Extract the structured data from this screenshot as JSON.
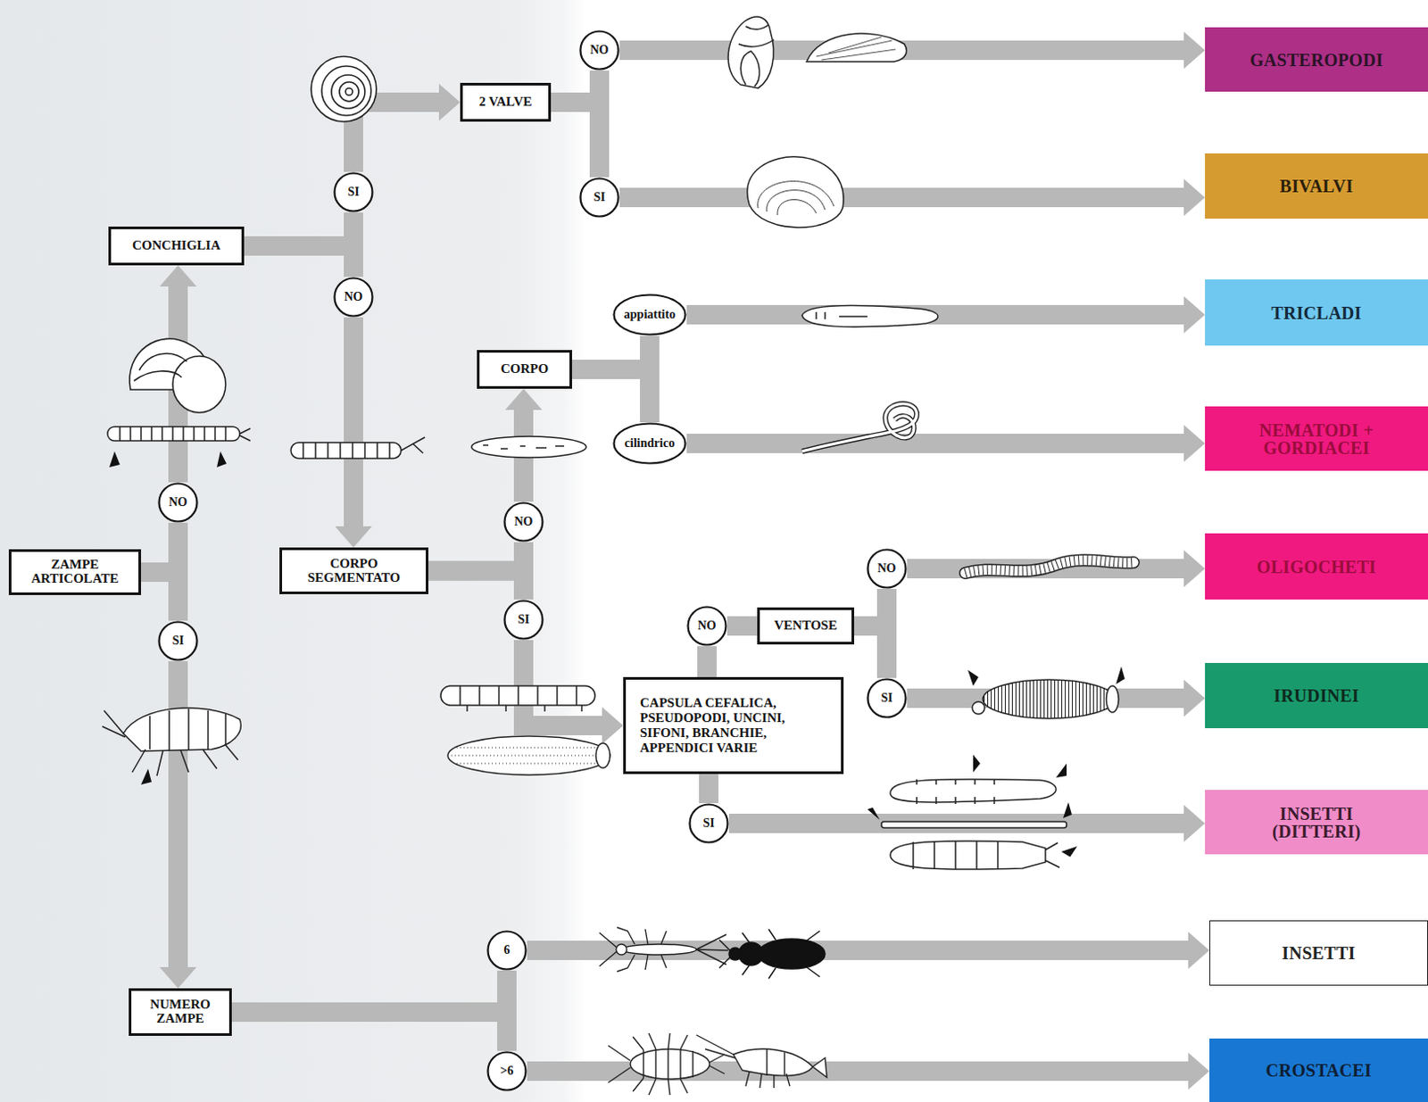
{
  "diagram": {
    "nodes": [
      {
        "text": [
          "NO"
        ]
      },
      {
        "text": [
          "GASTEROPODI"
        ]
      },
      {
        "text": [
          "2 VALVE"
        ]
      },
      {
        "text": [
          "SI"
        ]
      },
      {
        "text": [
          "SI"
        ]
      },
      {
        "text": [
          "BIVALVI"
        ]
      },
      {
        "text": [
          "CONCHIGLIA"
        ]
      },
      {
        "text": [
          "NO"
        ]
      },
      {
        "text": [
          "appiattito"
        ]
      },
      {
        "text": [
          "TRICLADI"
        ]
      },
      {
        "text": [
          "CORPO"
        ]
      },
      {
        "text": [
          "cilindrico"
        ]
      },
      {
        "text": [
          "NEMATODI + GORDIACEI"
        ]
      },
      {
        "text": [
          "NO"
        ]
      },
      {
        "text": [
          "NO"
        ]
      },
      {
        "text": [
          "ZAMPE ARTICOLATE"
        ]
      },
      {
        "text": [
          "CORPO SEGMENTATO"
        ]
      },
      {
        "text": [
          "NO"
        ]
      },
      {
        "text": [
          "OLIGOCHETI"
        ]
      },
      {
        "text": [
          "SI"
        ]
      },
      {
        "text": [
          "NO"
        ]
      },
      {
        "text": [
          "VENTOSE"
        ]
      },
      {
        "text": [
          "SI"
        ]
      },
      {
        "text": [
          "SI"
        ]
      },
      {
        "text": [
          "IRUDINEI"
        ]
      },
      {
        "text": [
          "CAPSULA CEFALICA, PSEUDOPODI, UNCINI, SIFONI, BRANCHIE, APPENDICI VARIE"
        ]
      },
      {
        "text": [
          "SI"
        ]
      },
      {
        "text": [
          "INSETTI (DITTERI)"
        ]
      },
      {
        "text": [
          "6"
        ]
      },
      {
        "text": [
          "INSETTI"
        ]
      },
      {
        "text": [
          "NUMERO ZAMPE"
        ]
      },
      {
        "text": [
          ">6"
        ]
      },
      {
        "text": [
          "CROSTACEI"
        ]
      }
    ],
    "edges": [
      {
        "from": 6,
        "to": 3,
        "arrow": "none"
      },
      {
        "from": 3,
        "to": 2,
        "arrow": "to"
      },
      {
        "from": 6,
        "to": 7,
        "arrow": "none"
      },
      {
        "from": 7,
        "to": 16,
        "arrow": "to"
      },
      {
        "from": 2,
        "to": 0,
        "arrow": "none"
      },
      {
        "from": 0,
        "to": 1,
        "arrow": "to"
      },
      {
        "from": 2,
        "to": 4,
        "arrow": "none"
      },
      {
        "from": 4,
        "to": 5,
        "arrow": "to"
      },
      {
        "from": 10,
        "to": 8,
        "arrow": "none"
      },
      {
        "from": 8,
        "to": 9,
        "arrow": "to"
      },
      {
        "from": 10,
        "to": 11,
        "arrow": "none"
      },
      {
        "from": 11,
        "to": 12,
        "arrow": "to"
      },
      {
        "from": 15,
        "to": 13,
        "arrow": "none"
      },
      {
        "from": 13,
        "to": 6,
        "arrow": "to"
      },
      {
        "from": 15,
        "to": 22,
        "arrow": "none"
      },
      {
        "from": 22,
        "to": 30,
        "arrow": "to"
      },
      {
        "from": 16,
        "to": 14,
        "arrow": "none"
      },
      {
        "from": 14,
        "to": 10,
        "arrow": "to"
      },
      {
        "from": 16,
        "to": 19,
        "arrow": "none"
      },
      {
        "from": 19,
        "to": 25,
        "arrow": "to"
      },
      {
        "from": 25,
        "to": 20,
        "arrow": "none"
      },
      {
        "from": 20,
        "to": 21,
        "arrow": "none"
      },
      {
        "from": 21,
        "to": 17,
        "arrow": "none"
      },
      {
        "from": 17,
        "to": 18,
        "arrow": "to"
      },
      {
        "from": 21,
        "to": 23,
        "arrow": "none"
      },
      {
        "from": 23,
        "to": 24,
        "arrow": "to"
      },
      {
        "from": 25,
        "to": 26,
        "arrow": "none"
      },
      {
        "from": 26,
        "to": 27,
        "arrow": "to"
      },
      {
        "from": 30,
        "to": 28,
        "arrow": "none"
      },
      {
        "from": 28,
        "to": 29,
        "arrow": "to"
      },
      {
        "from": 30,
        "to": 31,
        "arrow": "none"
      },
      {
        "from": 31,
        "to": 32,
        "arrow": "to"
      }
    ]
  }
}
